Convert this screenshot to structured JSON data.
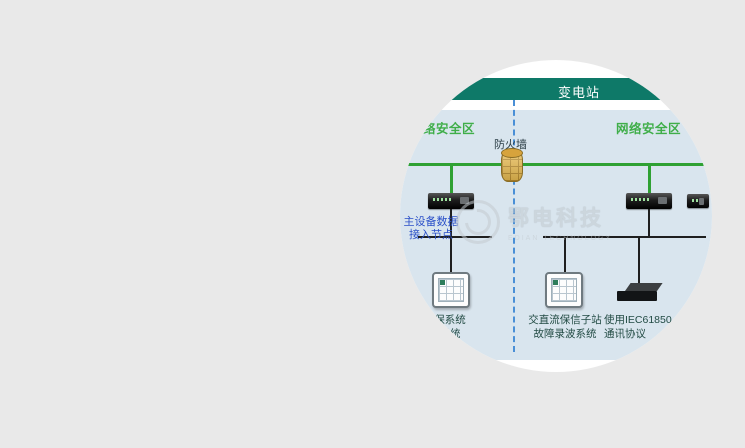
{
  "page": {
    "background_color": "#e9e9e9"
  },
  "diagram": {
    "header": {
      "title": "变电站"
    },
    "zones": {
      "left_label": "网络安全区",
      "right_label": "网络安全区"
    },
    "firewall": {
      "label": "防火墙"
    },
    "note": {
      "line1": "主设备数据",
      "line2": "接入节点"
    },
    "labels": {
      "bottom_left": {
        "line1": "保系统",
        "line2": "系统"
      },
      "bottom_middle": {
        "line1": "交直流保信子站",
        "line2": "故障录波系统"
      },
      "bottom_right": {
        "line1": "使用IEC61850",
        "line2": "通讯协议"
      }
    },
    "watermark": {
      "cn": "鄂电科技",
      "en": "EDIAN TECHNOLOGY"
    },
    "colors": {
      "header_bg": "#0e7968",
      "zone_text": "#3fae49",
      "note_text": "#2b50c8",
      "bottom_label_text": "#224b44",
      "line_green": "#2fa133",
      "line_black": "#1f1f1f",
      "divider_blue": "#4a8fd6",
      "diagram_bg": "#d9e5ee",
      "firewall_fill": "#e9bb4f"
    }
  }
}
